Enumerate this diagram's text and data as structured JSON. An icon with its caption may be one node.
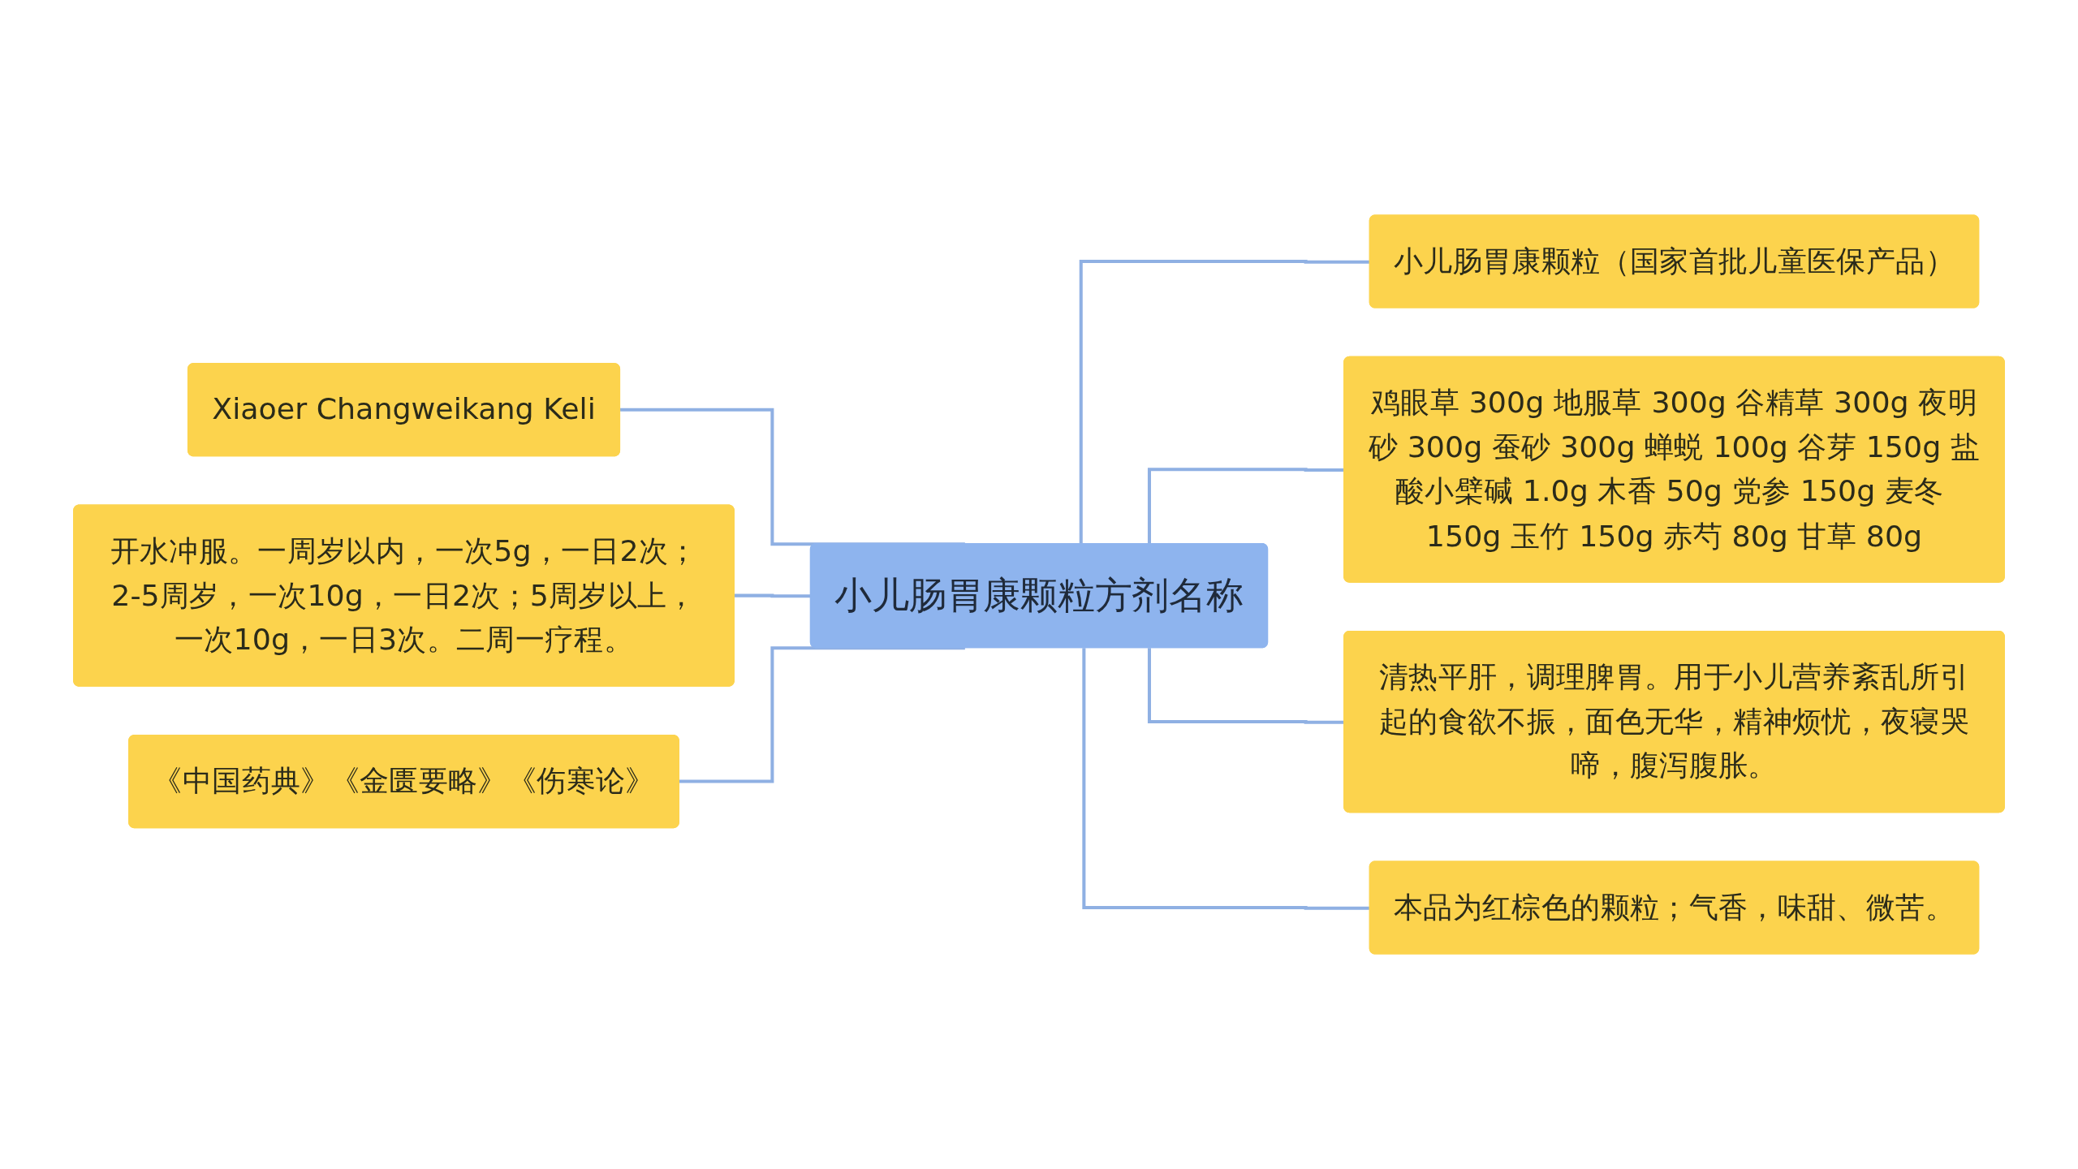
{
  "diagram": {
    "nodes": [
      {
        "text": [
          "小儿肠胃康颗粒方剂名称"
        ]
      },
      {
        "text": [
          "Xiaoer Changweikang Keli"
        ]
      },
      {
        "text": [
          "开水冲服。一周岁以内，一次5g，一日2次；2-5周岁，一次10g，一日2次；5周岁以上，一次10g，一日3次。二周一疗程。"
        ]
      },
      {
        "text": [
          "《中国药典》《金匮要略》《伤寒论》"
        ]
      },
      {
        "text": [
          "小儿肠胃康颗粒（国家首批儿童医保产品）"
        ]
      },
      {
        "text": [
          "鸡眼草 300g 地服草 300g 谷精草 300g 夜明砂 300g 蚕砂 300g 蝉蜕 100g 谷芽 150g 盐酸小檗碱 1.0g 木香 50g 党参 150g 麦冬 150g 玉竹 150g 赤芍 80g 甘草 80g"
        ]
      },
      {
        "text": [
          "清热平肝，调理脾胃。用于小儿营养紊乱所引起的食欲不振，面色无华，精神烦忧，夜寝哭啼，腹泻腹胀。"
        ]
      },
      {
        "text": [
          "本品为红棕色的颗粒；气香，味甜、微苦。"
        ]
      }
    ],
    "edges": [
      {
        "from": 0,
        "to": 1,
        "arrow": "none"
      },
      {
        "from": 0,
        "to": 2,
        "arrow": "none"
      },
      {
        "from": 0,
        "to": 3,
        "arrow": "none"
      },
      {
        "from": 0,
        "to": 4,
        "arrow": "none"
      },
      {
        "from": 0,
        "to": 5,
        "arrow": "none"
      },
      {
        "from": 0,
        "to": 6,
        "arrow": "none"
      },
      {
        "from": 0,
        "to": 7,
        "arrow": "none"
      }
    ]
  }
}
